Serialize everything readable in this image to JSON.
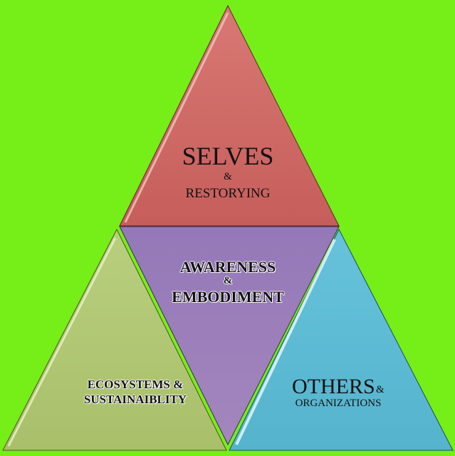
{
  "selves": {
    "title": "SELVES",
    "amp": "&",
    "subtitle": "RESTORYING"
  },
  "awareness": {
    "title": "AWARENESS",
    "amp": "&",
    "subtitle": "EMBODIMENT"
  },
  "ecosystems": {
    "line1": "ECOSYSTEMS &",
    "line2": "SUSTAINAIBLITY"
  },
  "others": {
    "title": "OTHERS",
    "amp": "&",
    "subtitle": "ORGANIZATIONS"
  },
  "colors": {
    "background": "#76ee18",
    "selves": "#cc6461",
    "awareness": "#9a7eb6",
    "ecosystems": "#afc671",
    "others": "#5ab9d2"
  }
}
